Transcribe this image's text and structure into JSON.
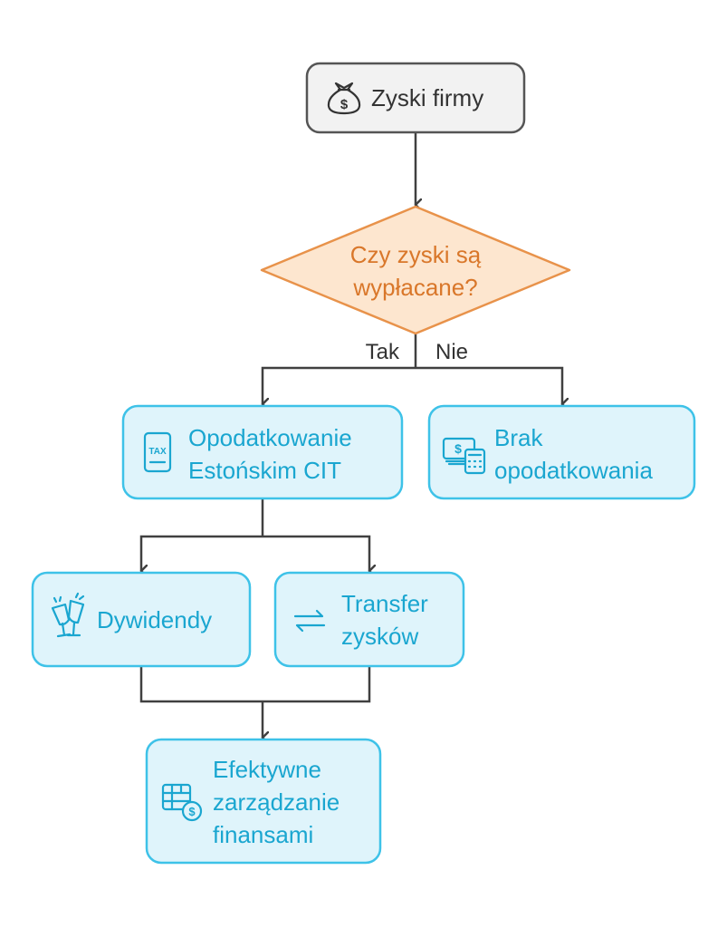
{
  "colors": {
    "line": "#404040",
    "gray_fill": "#f2f2f2",
    "gray_stroke": "#555555",
    "gray_text": "#333333",
    "orange_fill": "#fde6cf",
    "orange_stroke": "#e8924a",
    "orange_text": "#d9772a",
    "cyan_fill": "#dff4fb",
    "cyan_stroke": "#3ec2e8",
    "cyan_text": "#1aa6d0"
  },
  "nodes": {
    "start": {
      "line1": "Zyski firmy",
      "icon": "money-bag-icon"
    },
    "decision": {
      "line1": "Czy zyski są",
      "line2": "wypłacane?"
    },
    "taxation": {
      "line1": "Opodatkowanie",
      "line2": "Estońskim CIT",
      "icon": "tax-document-icon"
    },
    "no_tax": {
      "line1": "Brak",
      "line2": "opodatkowania",
      "icon": "cash-calculator-icon"
    },
    "dividends": {
      "line1": "Dywidendy",
      "icon": "champagne-glasses-icon"
    },
    "transfer": {
      "line1": "Transfer",
      "line2": "zysków",
      "icon": "arrows-exchange-icon"
    },
    "management": {
      "line1": "Efektywne",
      "line2": "zarządzanie",
      "line3": "finansami",
      "icon": "spreadsheet-dollar-icon"
    }
  },
  "edges": {
    "yes_label": "Tak",
    "no_label": "Nie"
  }
}
